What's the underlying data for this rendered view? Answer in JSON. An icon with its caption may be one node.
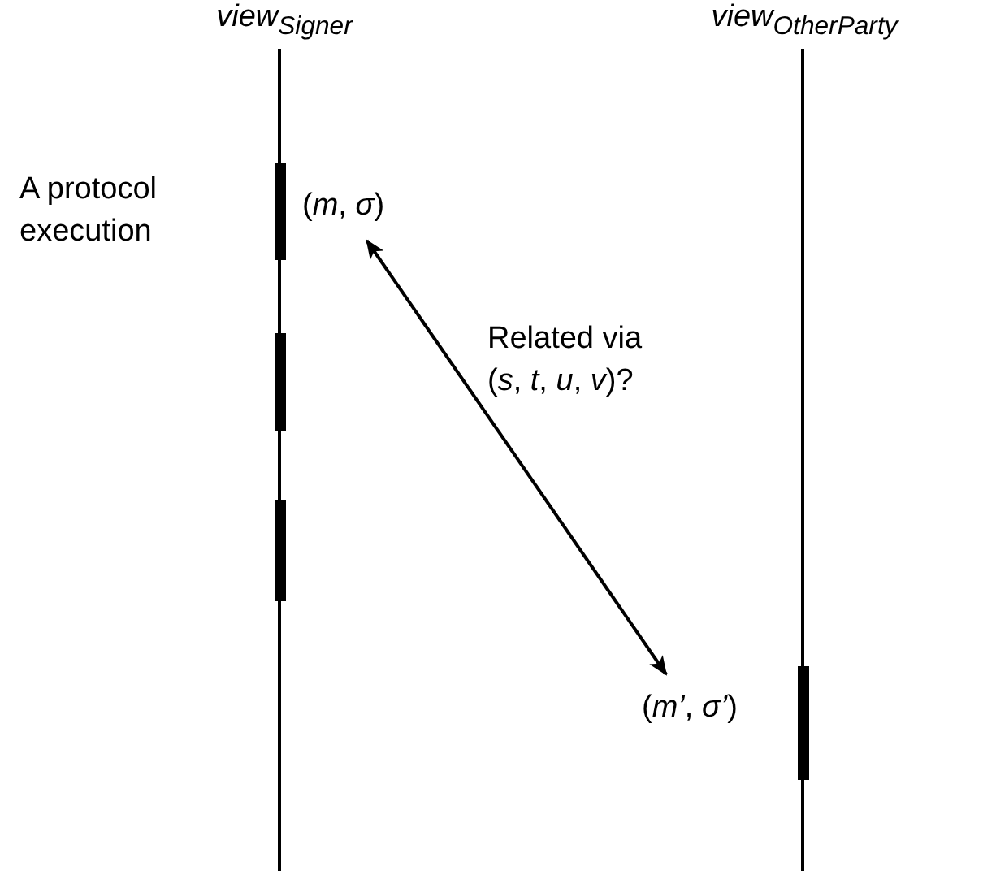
{
  "diagram": {
    "nodes": [
      {
        "text": [
          "view$_{Signer}$"
        ]
      },
      {
        "text": [
          "view$_{OtherParty}$"
        ]
      },
      {
        "text": [],
        "shape": "bar",
        "in": 0
      },
      {
        "text": [],
        "shape": "bar",
        "in": 0
      },
      {
        "text": [],
        "shape": "bar",
        "in": 0
      },
      {
        "text": [],
        "shape": "bar",
        "in": 1
      },
      {
        "text": [
          "(*m*, *σ*)"
        ]
      },
      {
        "text": [
          "(*m’*, *σ’*)"
        ]
      }
    ],
    "edges": [
      {
        "from": 6,
        "to": 7,
        "arrow": "both",
        "label": "Related via (*s*, *t*, *u*, *v*)?"
      }
    ],
    "labels": [
      "A protocol execution"
    ]
  }
}
